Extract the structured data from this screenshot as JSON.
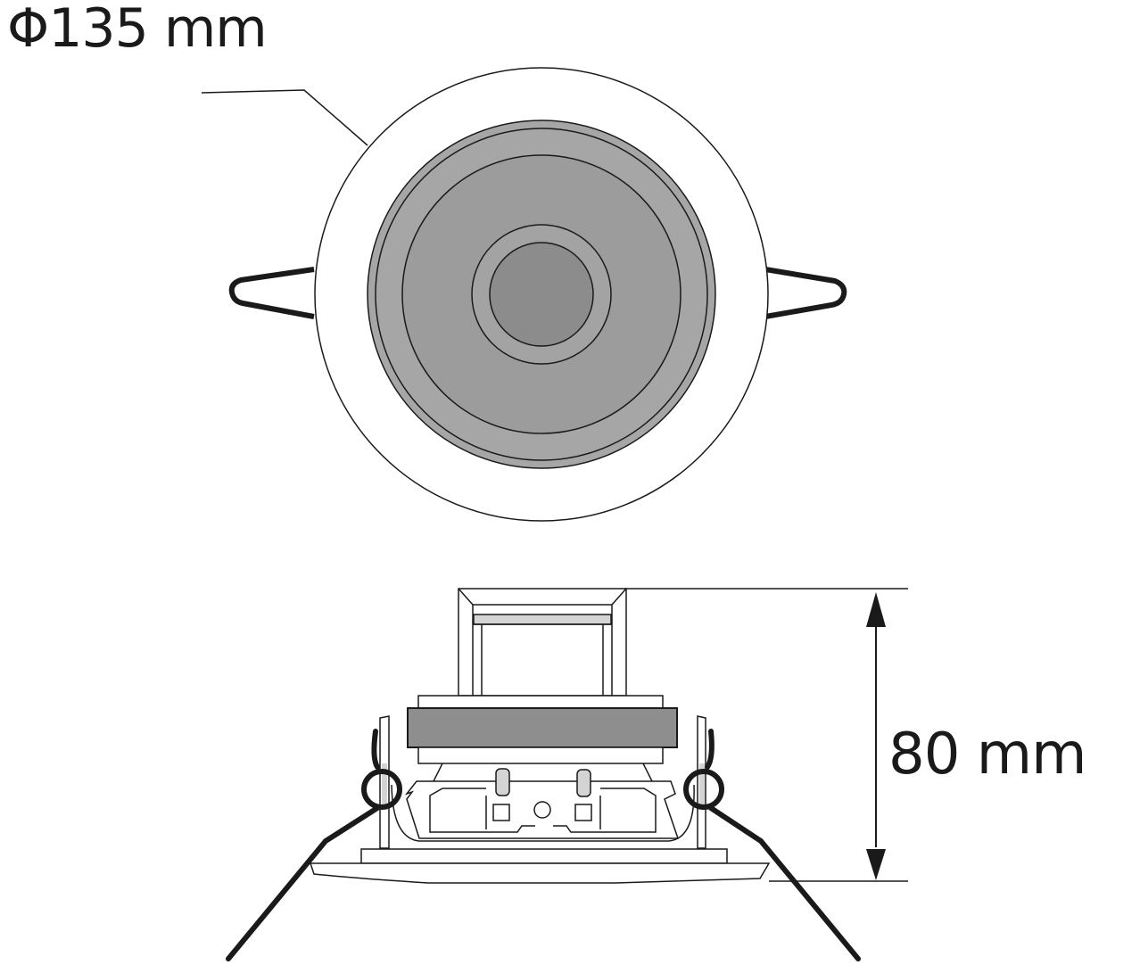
{
  "diagram": {
    "subject": "Ceiling speaker dimension drawing",
    "views": [
      {
        "name": "top view",
        "shape": "circular"
      },
      {
        "name": "side view",
        "shape": "profile"
      }
    ],
    "dimensions": {
      "diameter": {
        "label": "Φ135 mm",
        "value": 135,
        "unit": "mm"
      },
      "height": {
        "label": "80 mm",
        "value": 80,
        "unit": "mm"
      }
    },
    "colors": {
      "line": "#1a1a1a",
      "cone_outer": "#a6a6a6",
      "cone_inner": "#9a9a9a",
      "dust_cap": "#8c8c8c",
      "magnet": "#8e8e8e",
      "highlight": "#d4d4d4",
      "background": "#ffffff"
    }
  }
}
